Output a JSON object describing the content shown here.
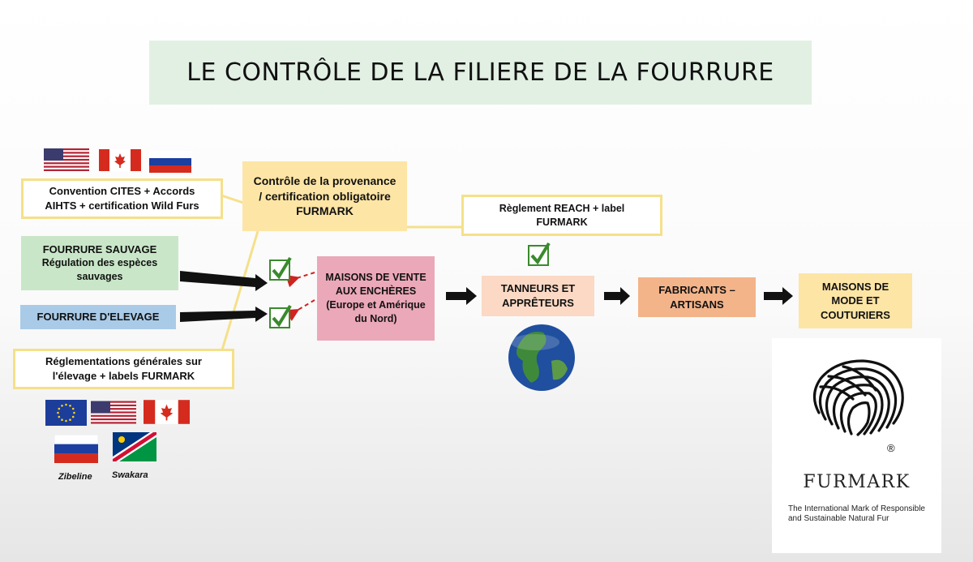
{
  "title": "LE CONTRÔLE DE LA FILIERE DE LA FOURRURE",
  "boxes": {
    "cites": "Convention CITES + Accords AIHTS + certification Wild Furs",
    "controle": "Contrôle de la provenance / certification obligatoire FURMARK",
    "reach": "Règlement REACH + label FURMARK",
    "sauvage_title": "FOURRURE SAUVAGE",
    "sauvage_sub": "Régulation des espèces sauvages",
    "elevage": "FOURRURE D'ELEVAGE",
    "reglementations": "Réglementations générales sur l'élevage + labels FURMARK",
    "maisons_vente": "MAISONS DE VENTE AUX ENCHÈRES (Europe et Amérique du Nord)",
    "tanneurs": "TANNEURS ET APPRÊTEURS",
    "fabricants": "FABRICANTS – ARTISANS",
    "maisons_mode": "MAISONS DE MODE ET COUTURIERS"
  },
  "flags_top": [
    "usa-flag",
    "canada-flag",
    "russia-flag"
  ],
  "flags_bottom": [
    "eu-flag",
    "usa-flag",
    "canada-flag",
    "russia-flag",
    "namibia-flag"
  ],
  "captions": {
    "zibeline": "Zibeline",
    "swakara": "Swakara"
  },
  "logo": {
    "name": "FURMARK",
    "tagline_1": "The International Mark of Responsible",
    "tagline_2": "and Sustainable Natural Fur"
  },
  "icons": [
    "check-icon",
    "globe-icon",
    "arrow-icon"
  ],
  "colors": {
    "title_bg": "#e2f0e4",
    "yellow_border": "#f5e08a",
    "controle_bg": "#fde5a5",
    "sauvage_bg": "#c9e7c8",
    "elevage_bg": "#a9cbe8",
    "vente_bg": "#eba8b9",
    "tanneurs_bg": "#fbd9c5",
    "fabricants_bg": "#f3b48a",
    "mode_bg": "#fde5a5",
    "check": "#3a8a2d"
  }
}
